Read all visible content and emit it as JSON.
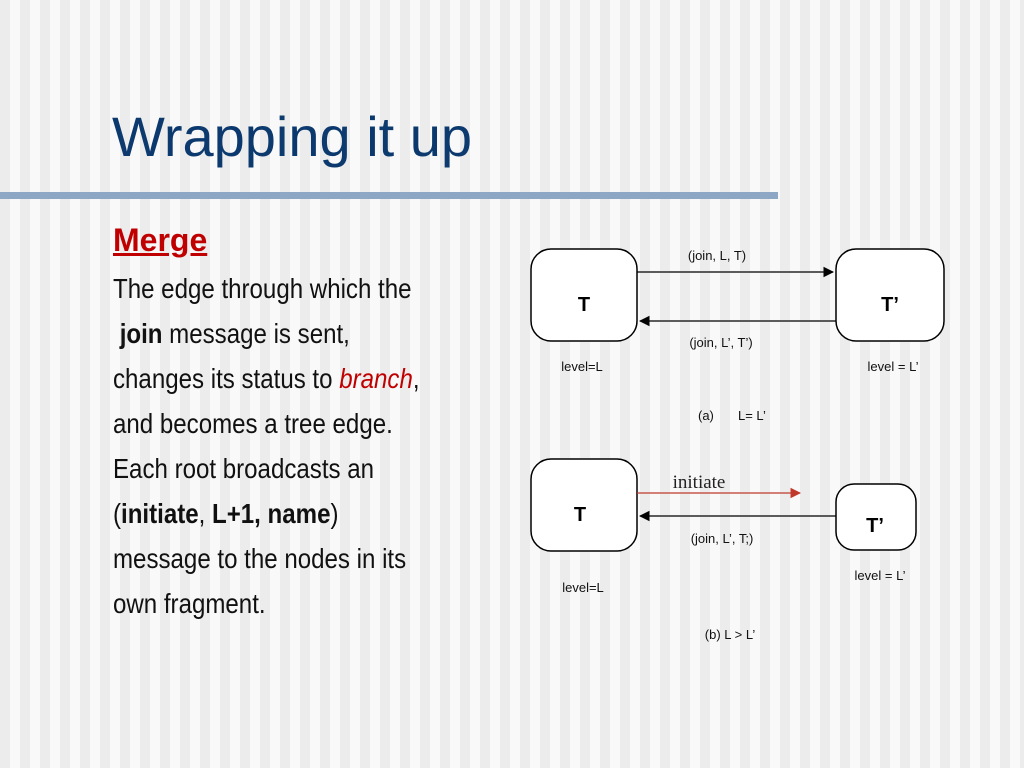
{
  "slide": {
    "title": "Wrapping it up"
  },
  "text": {
    "heading": "Merge",
    "l1": "The edge through which the",
    "l2_bold": "join",
    "l2_rest": " message is sent,",
    "l3_a": "changes its status to ",
    "l3_branch": "branch",
    "l3_b": ",",
    "l4": " and becomes a tree edge.",
    "l5": "Each root broadcasts an",
    "l6_open": "(",
    "l6_initiate": "initiate",
    "l6_comma": ", ",
    "l6_level": "L+1, name",
    "l6_close": ")",
    "l7": "message to the nodes in its",
    "l8": " own fragment."
  },
  "diagram_a": {
    "node_left": "T",
    "node_right": "T’",
    "msg_top": "(join, L, T)",
    "msg_bottom": "(join, L’, T’)",
    "level_left": "level=L",
    "level_right": "level = L’",
    "caption_tag": "(a)",
    "caption_cond": "L= L’"
  },
  "diagram_b": {
    "node_left": "T",
    "node_right": "T’",
    "msg_top": "initiate",
    "msg_bottom": "(join, L’, T;)",
    "level_left": "level=L",
    "level_right": "level = L’",
    "caption": "(b)  L > L’"
  },
  "colors": {
    "title": "#0d3a6e",
    "accent_red": "#c00000",
    "rule": "#8ea7c4",
    "initiate_arrow": "#c0392b"
  }
}
